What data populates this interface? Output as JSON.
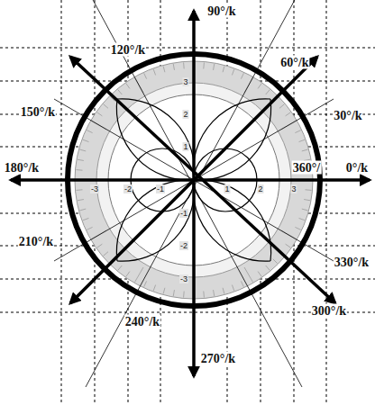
{
  "diagram": {
    "labels": [
      "90°/k",
      "120°/k",
      "60°/k",
      "150°/k",
      "30°/k",
      "180°/k",
      "360°/",
      "0°/k",
      "210°/k",
      "330°/k",
      "240°/k",
      "300°/k",
      "270°/k",
      "3",
      "2",
      "1",
      "-1",
      "-2",
      "-3",
      "-3",
      "-2",
      "-1",
      "1",
      "2",
      "3"
    ]
  }
}
